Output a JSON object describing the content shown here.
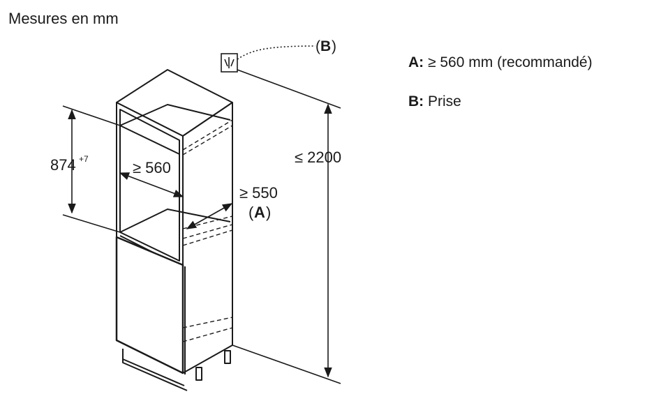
{
  "header": {
    "title": "Mesures en mm"
  },
  "dimensions": {
    "niche_height_value": "874",
    "niche_height_tolerance": "+7",
    "niche_width": "≥ 560",
    "niche_depth": "≥ 550",
    "niche_depth_ref": "A",
    "total_height": "≤ 2200",
    "socket_ref": "B"
  },
  "legend": {
    "a_key": "A:",
    "a_text": "≥ 560 mm (recommandé)",
    "b_key": "B:",
    "b_text": "Prise"
  },
  "icons": {
    "socket": "power-socket-icon"
  },
  "colors": {
    "line": "#1a1a1a",
    "background": "#ffffff"
  }
}
